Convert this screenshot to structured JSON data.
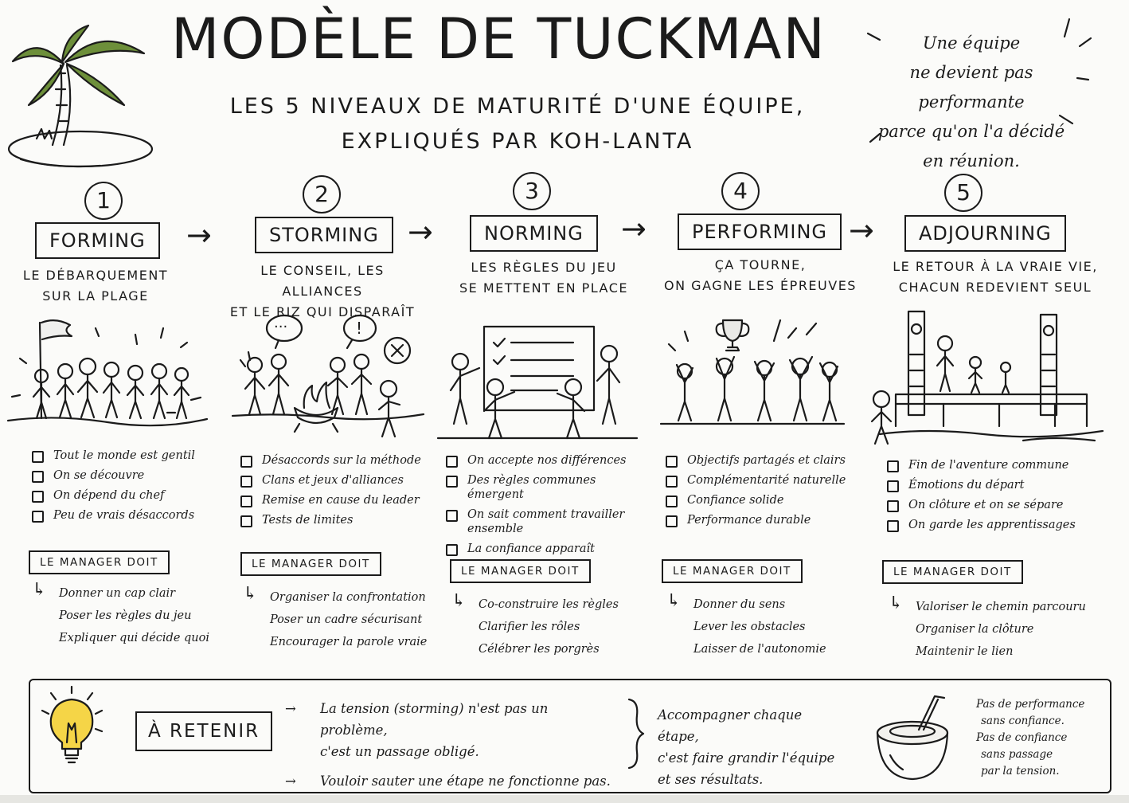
{
  "header": {
    "title": "MODÈLE DE TUCKMAN",
    "subtitle_line1": "LES 5 NIVEAUX DE MATURITÉ D'UNE ÉQUIPE,",
    "subtitle_line2": "EXPLIQUÉS PAR KOH-LANTA"
  },
  "quote": {
    "line1": "Une équipe",
    "line2": "ne devient pas performante",
    "line3": "parce qu'on l'a décidé",
    "line4": "en réunion."
  },
  "stages": [
    {
      "number": "1",
      "name": "FORMING",
      "caption_line1": "LE DÉBARQUEMENT",
      "caption_line2": "SUR LA PLAGE",
      "items": [
        "Tout le monde est gentil",
        "On se découvre",
        "On dépend du chef",
        "Peu de vrais désaccords"
      ],
      "manager_label": "LE MANAGER DOIT",
      "actions": [
        "Donner un cap clair",
        "Poser les règles du jeu",
        "Expliquer qui décide quoi"
      ]
    },
    {
      "number": "2",
      "name": "STORMING",
      "caption_line1": "LE CONSEIL, LES ALLIANCES",
      "caption_line2": "ET LE RIZ QUI DISPARAÎT",
      "items": [
        "Désaccords sur la méthode",
        "Clans et jeux d'alliances",
        "Remise en cause du leader",
        "Tests de limites"
      ],
      "manager_label": "LE MANAGER DOIT",
      "actions": [
        "Organiser la confrontation",
        "Poser un cadre sécurisant",
        "Encourager la parole vraie"
      ]
    },
    {
      "number": "3",
      "name": "NORMING",
      "caption_line1": "LES RÈGLES DU JEU",
      "caption_line2": "SE METTENT EN PLACE",
      "items": [
        "On accepte nos différences",
        "Des règles communes émergent",
        "On sait comment travailler ensemble",
        "La confiance apparaît"
      ],
      "manager_label": "LE MANAGER DOIT",
      "actions": [
        "Co-construire les règles",
        "Clarifier les rôles",
        "Célébrer les porgrès"
      ]
    },
    {
      "number": "4",
      "name": "PERFORMING",
      "caption_line1": "ÇA TOURNE,",
      "caption_line2": "ON GAGNE LES ÉPREUVES",
      "items": [
        "Objectifs partagés et clairs",
        "Complémentarité naturelle",
        "Confiance solide",
        "Performance durable"
      ],
      "manager_label": "LE MANAGER DOIT",
      "actions": [
        "Donner du sens",
        "Lever les obstacles",
        "Laisser de l'autonomie"
      ]
    },
    {
      "number": "5",
      "name": "ADJOURNING",
      "caption_line1": "LE RETOUR À LA VRAIE VIE,",
      "caption_line2": "CHACUN REDEVIENT SEUL",
      "items": [
        "Fin de l'aventure commune",
        "Émotions du départ",
        "On clôture et on se sépare",
        "On garde les apprentissages"
      ],
      "manager_label": "LE MANAGER DOIT",
      "actions": [
        "Valoriser le chemin parcouru",
        "Organiser la clôture",
        "Maintenir le lien"
      ]
    }
  ],
  "footer": {
    "retenir_label": "À RETENIR",
    "point1_line1": "La tension (storming) n'est pas un problème,",
    "point1_line2": "c'est un passage obligé.",
    "point2": "Vouloir sauter une étape ne fonctionne pas.",
    "conclusion_line1": "Accompagner chaque étape,",
    "conclusion_line2": "c'est faire grandir l'équipe",
    "conclusion_line3": "et ses résultats.",
    "side_note_line1": "Pas de performance",
    "side_note_line2": "sans confiance.",
    "side_note_line3": "Pas de confiance",
    "side_note_line4": "sans passage",
    "side_note_line5": "par la tension."
  },
  "icons": {
    "lightbulb_color": "#f5d547"
  }
}
